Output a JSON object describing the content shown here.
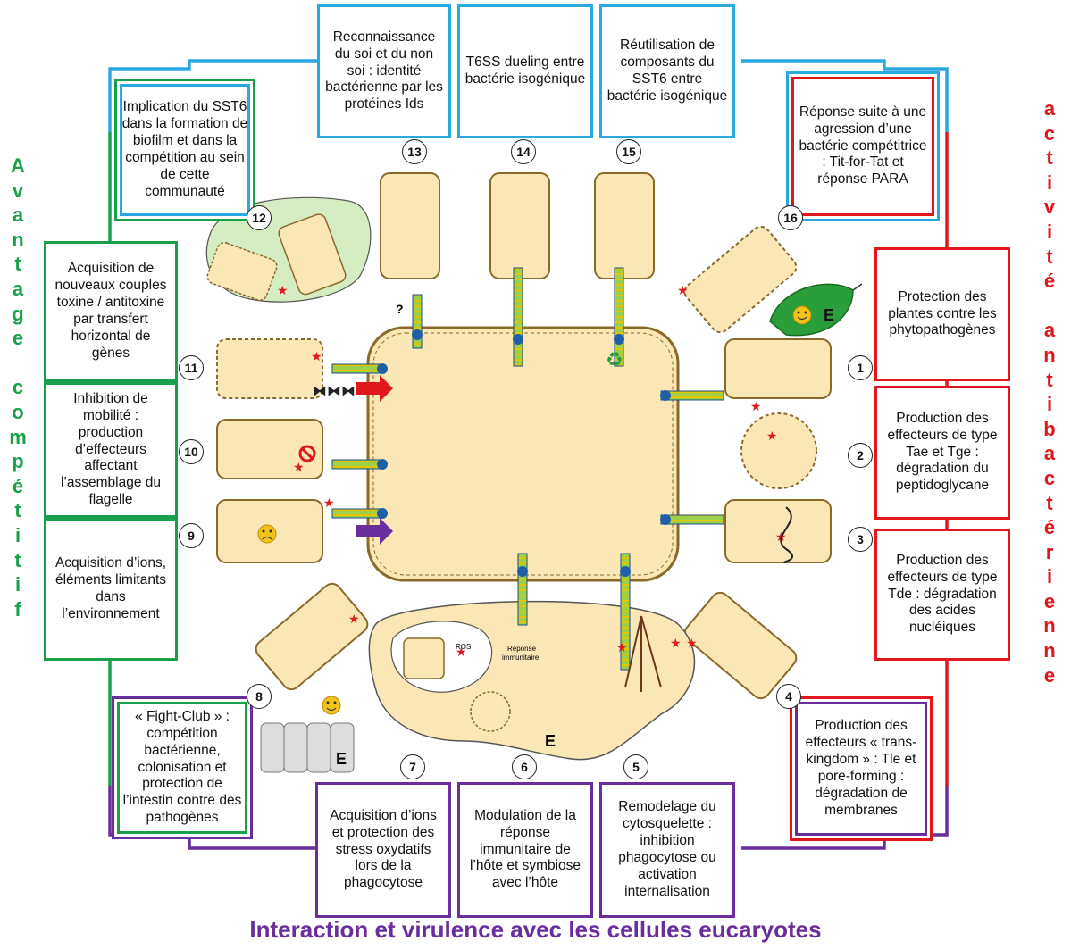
{
  "left_label": [
    "A",
    "v",
    "a",
    "n",
    "t",
    "a",
    "g",
    "e",
    "",
    "c",
    "o",
    "m",
    "p",
    "é",
    "t",
    "i",
    "t",
    "i",
    "f"
  ],
  "right_label": [
    "a",
    "c",
    "t",
    "i",
    "v",
    "i",
    "t",
    "é",
    "",
    "a",
    "n",
    "t",
    "i",
    "b",
    "a",
    "c",
    "t",
    "é",
    "r",
    "i",
    "e",
    "n",
    "n",
    "e"
  ],
  "bottom_title": "Interaction et virulence avec les cellules eucaryotes",
  "boxes": {
    "b13": "Reconnaissance du soi et du non soi : identité bactérienne par les protéines Ids",
    "b14": "T6SS dueling entre bactérie isogénique",
    "b15": "Réutilisation de composants du SST6 entre bactérie isogénique",
    "b16": "Réponse suite à une agression d’une bactérie compétitrice : Tit-for-Tat et réponse PARA",
    "b12": "Implication du SST6 dans la formation de biofilm et dans la compétition au sein de cette communauté",
    "b11": "Acquisition de nouveaux couples toxine / antitoxine par transfert horizontal de gènes",
    "b10": "Inhibition de mobilité : production d’effecteurs affectant l’assemblage du flagelle",
    "b9": "Acquisition d’ions, éléments limitants dans l’environnement",
    "b8": "« Fight-Club » : compétition bactérienne, colonisation et protection de l’intestin contre des pathogènes",
    "b1": "Protection des plantes contre les phytopathogènes",
    "b2": "Production des effecteurs de type Tae et Tge : dégradation du peptidoglycane",
    "b3": "Production des effecteurs de type Tde : dégradation des acides nucléiques",
    "b4": "Production des effecteurs « trans-kingdom » : Tle et pore-forming : dégradation de membranes",
    "b7": "Acquisition d’ions et protection des stress oxydatifs lors de la phagocytose",
    "b6": "Modulation de la réponse immunitaire de l’hôte et symbiose avec l’hôte",
    "b5": "Remodelage du cytosquelette : inhibition phagocytose ou activation internalisation"
  },
  "numbers": {
    "n1": "1",
    "n2": "2",
    "n3": "3",
    "n4": "4",
    "n5": "5",
    "n6": "6",
    "n7": "7",
    "n8": "8",
    "n9": "9",
    "n10": "10",
    "n11": "11",
    "n12": "12",
    "n13": "13",
    "n14": "14",
    "n15": "15",
    "n16": "16"
  },
  "inner": {
    "reponse_line1": "Réponse",
    "reponse_line2": "immunitaire",
    "ros": "ROS",
    "euk_e": "E",
    "leaf_e": "E",
    "gut_e": "E",
    "question": "?"
  },
  "colors": {
    "blue": "#2aa8e0",
    "green": "#1aa04a",
    "red": "#e0171c",
    "purple": "#6a2e9c",
    "cell_fill": "#fbe6b5",
    "cell_stroke": "#8a6a2a"
  }
}
